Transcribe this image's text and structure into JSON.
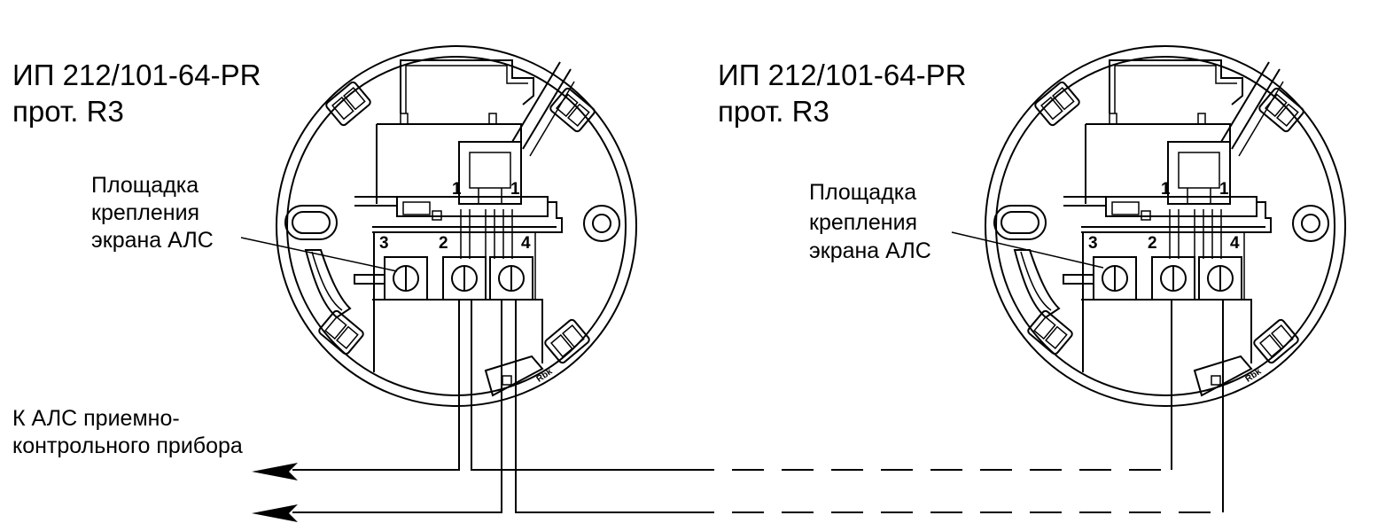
{
  "detectors": [
    {
      "title_line1": "ИП 212/101-64-PR",
      "title_line2": "прот. R3",
      "pad_label_line1": "Площадка",
      "pad_label_line2": "крепления",
      "pad_label_line3": "экрана АЛС",
      "terminals": {
        "t1a": "1",
        "t1b": "1",
        "t2": "2",
        "t3": "3",
        "t4": "4"
      }
    },
    {
      "title_line1": "ИП 212/101-64-PR",
      "title_line2": "прот. R3",
      "pad_label_line1": "Площадка",
      "pad_label_line2": "крепления",
      "pad_label_line3": "экрана АЛС",
      "terminals": {
        "t1a": "1",
        "t1b": "1",
        "t2": "2",
        "t3": "3",
        "t4": "4"
      }
    }
  ],
  "connection_label_line1": "К АЛС приемно-",
  "connection_label_line2": "контрольного прибора",
  "base_marking": "Rbk"
}
